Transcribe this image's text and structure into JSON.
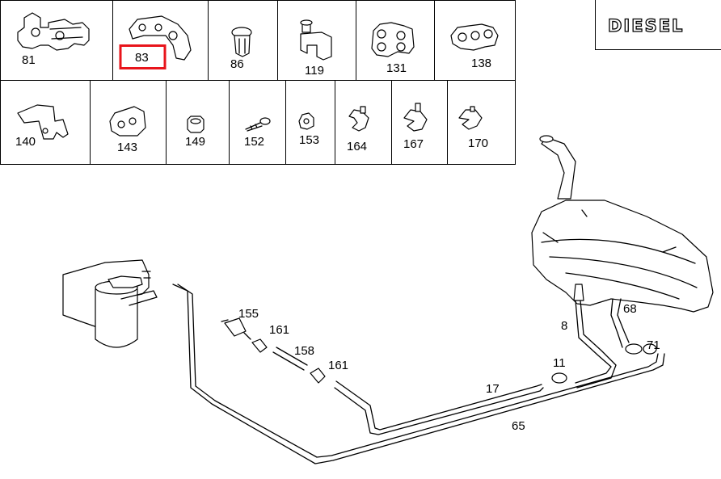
{
  "badge": {
    "text": "DIESEL"
  },
  "highlight": {
    "color": "#e8141b",
    "label": "83"
  },
  "parts_table": {
    "row1": [
      "81",
      "83",
      "86",
      "119",
      "131",
      "138"
    ],
    "row2": [
      "140",
      "143",
      "149",
      "152",
      "153",
      "164",
      "167",
      "170"
    ]
  },
  "diagram_callouts": [
    "155",
    "161",
    "158",
    "161",
    "8",
    "68",
    "71",
    "11",
    "17",
    "65"
  ],
  "icons": {
    "81": "dual-pipe-clip-icon",
    "83": "pipe-holder-bracket-icon",
    "86": "expansion-rivet-icon",
    "119": "bracket-with-bolt-icon",
    "131": "four-pipe-clip-icon",
    "138": "three-pipe-clip-icon",
    "140": "mounting-bracket-icon",
    "143": "rubber-grommet-icon",
    "149": "spacer-sleeve-icon",
    "152": "screw-icon",
    "153": "nut-icon",
    "164": "hose-clamp-icon",
    "167": "hose-clamp-icon",
    "170": "hose-clamp-icon"
  }
}
